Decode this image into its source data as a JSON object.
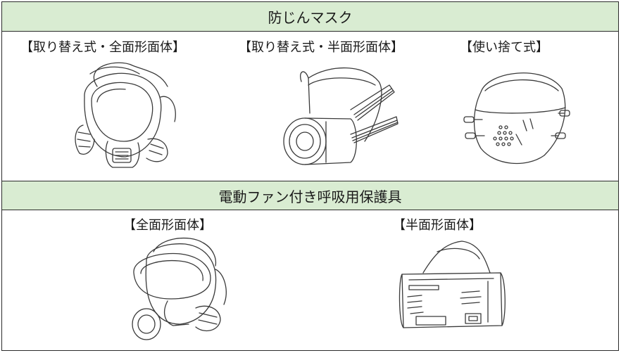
{
  "section1": {
    "title": "防じんマスク",
    "items": [
      {
        "label": "【取り替え式・全面形面体】",
        "icon": "full-face-respirator-icon"
      },
      {
        "label": "【取り替え式・半面形面体】",
        "icon": "half-face-respirator-icon"
      },
      {
        "label": "【使い捨て式】",
        "icon": "disposable-mask-icon"
      }
    ]
  },
  "section2": {
    "title": "電動ファン付き呼吸用保護具",
    "items": [
      {
        "label": "【全面形面体】",
        "icon": "powered-full-face-respirator-icon"
      },
      {
        "label": "【半面形面体】",
        "icon": "powered-half-face-respirator-icon"
      }
    ]
  }
}
